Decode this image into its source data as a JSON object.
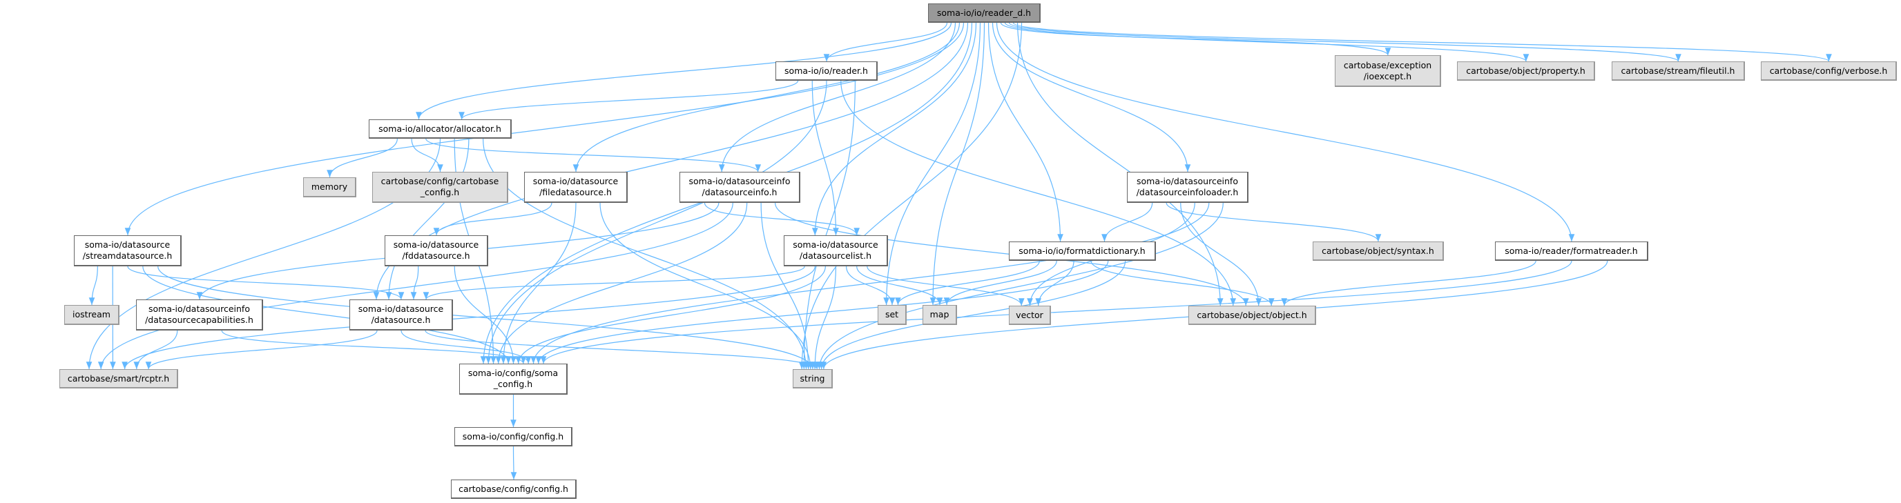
{
  "colors": {
    "edge": "#63b8ff",
    "root_fill": "#999999",
    "external_fill": "#e0e0e0",
    "node_fill": "#ffffff"
  },
  "nodes": {
    "reader_d": "soma-io/io/reader_d.h",
    "reader": "soma-io/io/reader.h",
    "allocator": "soma-io/allocator/allocator.h",
    "memory": "memory",
    "cb_config": "cartobase/config/cartobase\n_config.h",
    "filedatasource": "soma-io/datasource\n/filedatasource.h",
    "datasourceinfo": "soma-io/datasourceinfo\n/datasourceinfo.h",
    "ioexcept": "cartobase/exception\n/ioexcept.h",
    "property": "cartobase/object/property.h",
    "fileutil": "cartobase/stream/fileutil.h",
    "verbose": "cartobase/config/verbose.h",
    "dsinfoloader": "soma-io/datasourceinfo\n/datasourceinfoloader.h",
    "streamdatasource": "soma-io/datasource\n/streamdatasource.h",
    "fddatasource": "soma-io/datasource\n/fddatasource.h",
    "datasourcelist": "soma-io/datasource\n/datasourcelist.h",
    "formatdictionary": "soma-io/io/formatdictionary.h",
    "syntax": "cartobase/object/syntax.h",
    "formatreader": "soma-io/reader/formatreader.h",
    "iostream": "iostream",
    "dscapabilities": "soma-io/datasourceinfo\n/datasourcecapabilities.h",
    "datasource": "soma-io/datasource\n/datasource.h",
    "set": "set",
    "map": "map",
    "vector": "vector",
    "object": "cartobase/object/object.h",
    "rcptr": "cartobase/smart/rcptr.h",
    "soma_config": "soma-io/config/soma\n_config.h",
    "string": "string",
    "config": "soma-io/config/config.h",
    "cb_config_config": "cartobase/config/config.h"
  },
  "edges": [
    [
      "reader_d",
      "reader"
    ],
    [
      "reader_d",
      "allocator"
    ],
    [
      "reader_d",
      "datasourceinfo"
    ],
    [
      "reader_d",
      "filedatasource"
    ],
    [
      "reader_d",
      "streamdatasource"
    ],
    [
      "reader_d",
      "datasource"
    ],
    [
      "reader_d",
      "soma_config"
    ],
    [
      "reader_d",
      "datasourcelist"
    ],
    [
      "reader_d",
      "set"
    ],
    [
      "reader_d",
      "map"
    ],
    [
      "reader_d",
      "formatdictionary"
    ],
    [
      "reader_d",
      "dsinfoloader"
    ],
    [
      "reader_d",
      "formatreader"
    ],
    [
      "reader_d",
      "ioexcept"
    ],
    [
      "reader_d",
      "property"
    ],
    [
      "reader_d",
      "fileutil"
    ],
    [
      "reader_d",
      "verbose"
    ],
    [
      "reader_d",
      "object"
    ],
    [
      "reader_d",
      "string"
    ],
    [
      "reader",
      "allocator"
    ],
    [
      "reader",
      "datasourcelist"
    ],
    [
      "reader",
      "soma_config"
    ],
    [
      "reader",
      "object"
    ],
    [
      "reader",
      "string"
    ],
    [
      "allocator",
      "memory"
    ],
    [
      "allocator",
      "cb_config"
    ],
    [
      "allocator",
      "datasourceinfo"
    ],
    [
      "allocator",
      "rcptr"
    ],
    [
      "allocator",
      "soma_config"
    ],
    [
      "allocator",
      "datasource"
    ],
    [
      "allocator",
      "string"
    ],
    [
      "datasourceinfo",
      "datasourcelist"
    ],
    [
      "datasourceinfo",
      "dscapabilities"
    ],
    [
      "datasourceinfo",
      "rcptr"
    ],
    [
      "datasourceinfo",
      "soma_config"
    ],
    [
      "datasourceinfo",
      "string"
    ],
    [
      "datasourceinfo",
      "object"
    ],
    [
      "filedatasource",
      "fddatasource"
    ],
    [
      "filedatasource",
      "soma_config"
    ],
    [
      "filedatasource",
      "string"
    ],
    [
      "streamdatasource",
      "iostream"
    ],
    [
      "streamdatasource",
      "rcptr"
    ],
    [
      "streamdatasource",
      "datasource"
    ],
    [
      "streamdatasource",
      "soma_config"
    ],
    [
      "streamdatasource",
      "string"
    ],
    [
      "fddatasource",
      "datasource"
    ],
    [
      "fddatasource",
      "soma_config"
    ],
    [
      "datasourcelist",
      "datasource"
    ],
    [
      "datasourcelist",
      "rcptr"
    ],
    [
      "datasourcelist",
      "soma_config"
    ],
    [
      "datasourcelist",
      "string"
    ],
    [
      "datasourcelist",
      "set"
    ],
    [
      "datasourcelist",
      "map"
    ],
    [
      "datasourcelist",
      "vector"
    ],
    [
      "dscapabilities",
      "rcptr"
    ],
    [
      "dscapabilities",
      "soma_config"
    ],
    [
      "datasource",
      "rcptr"
    ],
    [
      "datasource",
      "soma_config"
    ],
    [
      "datasource",
      "string"
    ],
    [
      "soma_config",
      "config"
    ],
    [
      "config",
      "cb_config_config"
    ],
    [
      "dsinfoloader",
      "formatdictionary"
    ],
    [
      "dsinfoloader",
      "syntax"
    ],
    [
      "dsinfoloader",
      "object"
    ],
    [
      "dsinfoloader",
      "vector"
    ],
    [
      "dsinfoloader",
      "soma_config"
    ],
    [
      "dsinfoloader",
      "string"
    ],
    [
      "formatdictionary",
      "set"
    ],
    [
      "formatdictionary",
      "map"
    ],
    [
      "formatdictionary",
      "vector"
    ],
    [
      "formatdictionary",
      "object"
    ],
    [
      "formatdictionary",
      "soma_config"
    ],
    [
      "formatdictionary",
      "string"
    ],
    [
      "formatreader",
      "object"
    ],
    [
      "formatreader",
      "soma_config"
    ],
    [
      "formatreader",
      "string"
    ]
  ]
}
